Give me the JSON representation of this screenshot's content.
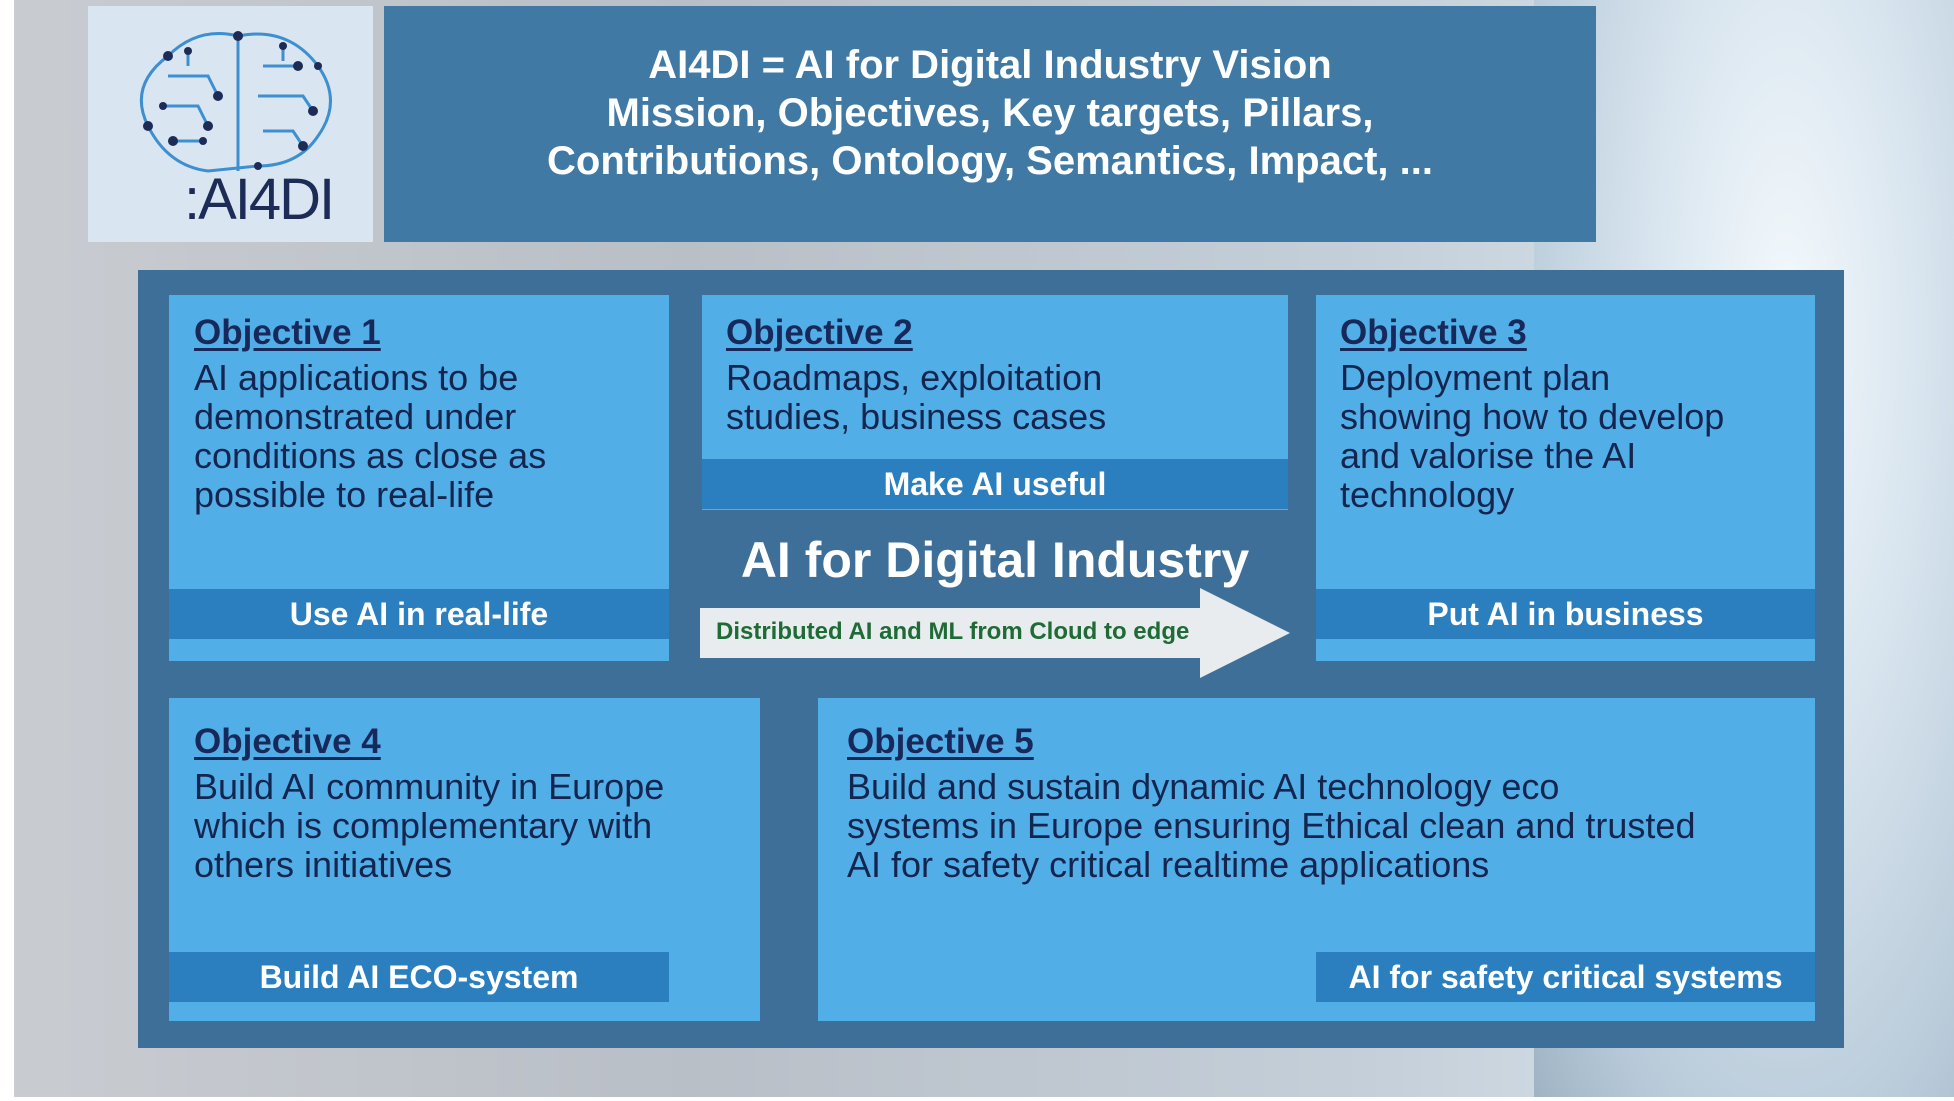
{
  "logo": {
    "text": ":AI4DI",
    "icon": "brain-circuit-icon"
  },
  "header": {
    "line1": "AI4DI = AI for Digital Industry Vision",
    "line2": "Mission, Objectives, Key targets, Pillars,",
    "line3": "Contributions, Ontology, Semantics, Impact, ..."
  },
  "objectives": [
    {
      "title": "Objective 1",
      "body": [
        "AI applications to be",
        "demonstrated under",
        "conditions as close as",
        "possible to real-life"
      ],
      "band": "Use AI in real-life"
    },
    {
      "title": "Objective 2",
      "body": [
        "Roadmaps, exploitation",
        "studies, business cases"
      ],
      "band": "Make AI useful"
    },
    {
      "title": "Objective 3",
      "body": [
        "Deployment plan",
        "showing how to develop",
        "and valorise the AI",
        "technology"
      ],
      "band": "Put AI in business"
    },
    {
      "title": "Objective 4",
      "body": [
        "Build AI community in Europe",
        "which is complementary with",
        "others initiatives"
      ],
      "band": "Build AI ECO-system"
    },
    {
      "title": "Objective 5",
      "body": [
        "Build and sustain dynamic AI technology eco",
        "systems in Europe ensuring Ethical clean and trusted",
        "AI for safety critical realtime applications"
      ],
      "band": "AI for safety critical systems"
    }
  ],
  "center": {
    "title": "AI for Digital Industry",
    "arrow_label": "Distributed AI and ML from Cloud to edge"
  },
  "colors": {
    "header_bg": "#3f79a4",
    "panel_bg": "#3d6f98",
    "card_bg": "#52aee6",
    "band_bg": "#2b7fbf",
    "title_text": "#17295a",
    "arrow_text": "#1f6b35"
  }
}
